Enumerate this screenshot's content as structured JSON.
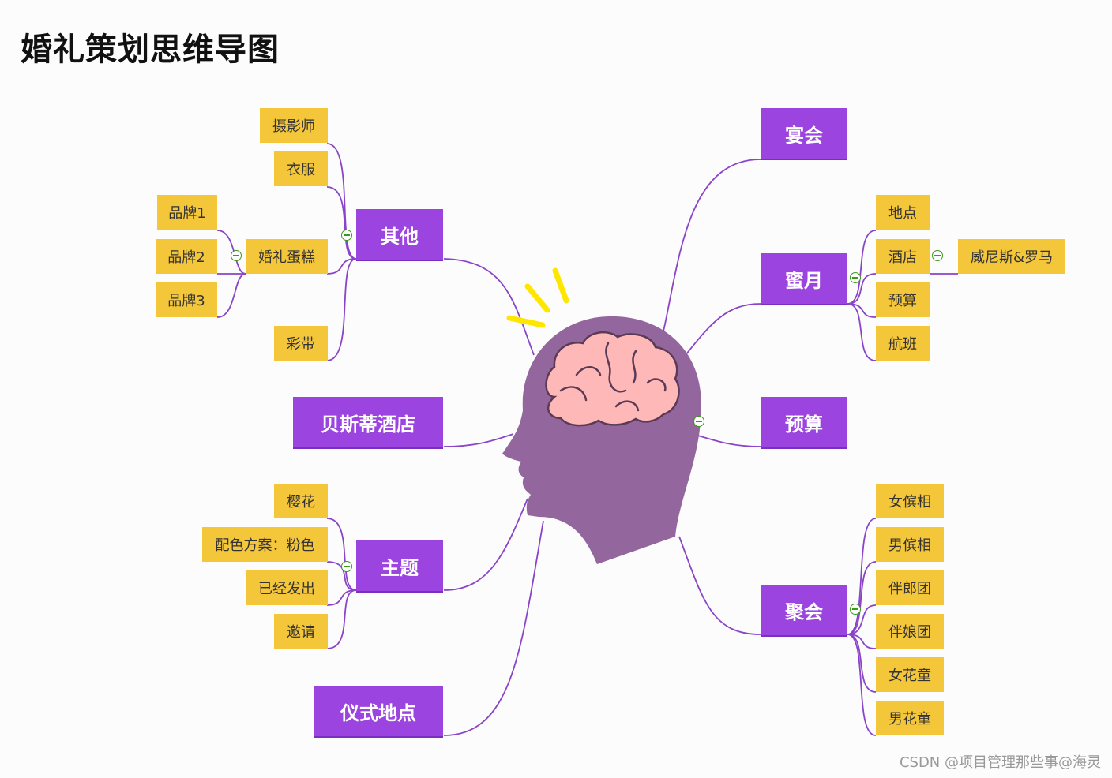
{
  "title": "婚礼策划思维导图",
  "watermark": "CSDN @项目管理那些事@海灵",
  "colors": {
    "main": "#9b44e0",
    "sub": "#f4c63a",
    "line": "#8a44c8",
    "head": "#94669e",
    "brain": "#ffb8b8"
  },
  "left": {
    "qita": {
      "label": "其他",
      "children": [
        "摄影师",
        "衣服",
        "婚礼蛋糕",
        "彩带"
      ]
    },
    "cake_brands": [
      "品牌1",
      "品牌2",
      "品牌3"
    ],
    "hotel": {
      "label": "贝斯蒂酒店"
    },
    "zhuti": {
      "label": "主题",
      "children": [
        "樱花",
        "配色方案：粉色",
        "已经发出",
        "邀请"
      ]
    },
    "venue": {
      "label": "仪式地点"
    }
  },
  "right": {
    "yanhui": {
      "label": "宴会"
    },
    "miyue": {
      "label": "蜜月",
      "children": [
        "地点",
        "酒店",
        "预算",
        "航班"
      ]
    },
    "hotel_place": "威尼斯&罗马",
    "yusuan": {
      "label": "预算"
    },
    "juhui": {
      "label": "聚会",
      "children": [
        "女傧相",
        "男傧相",
        "伴郎团",
        "伴娘团",
        "女花童",
        "男花童"
      ]
    }
  },
  "icons": {
    "center": "brain-head-icon",
    "toggle": "collapse-toggle-icon"
  }
}
